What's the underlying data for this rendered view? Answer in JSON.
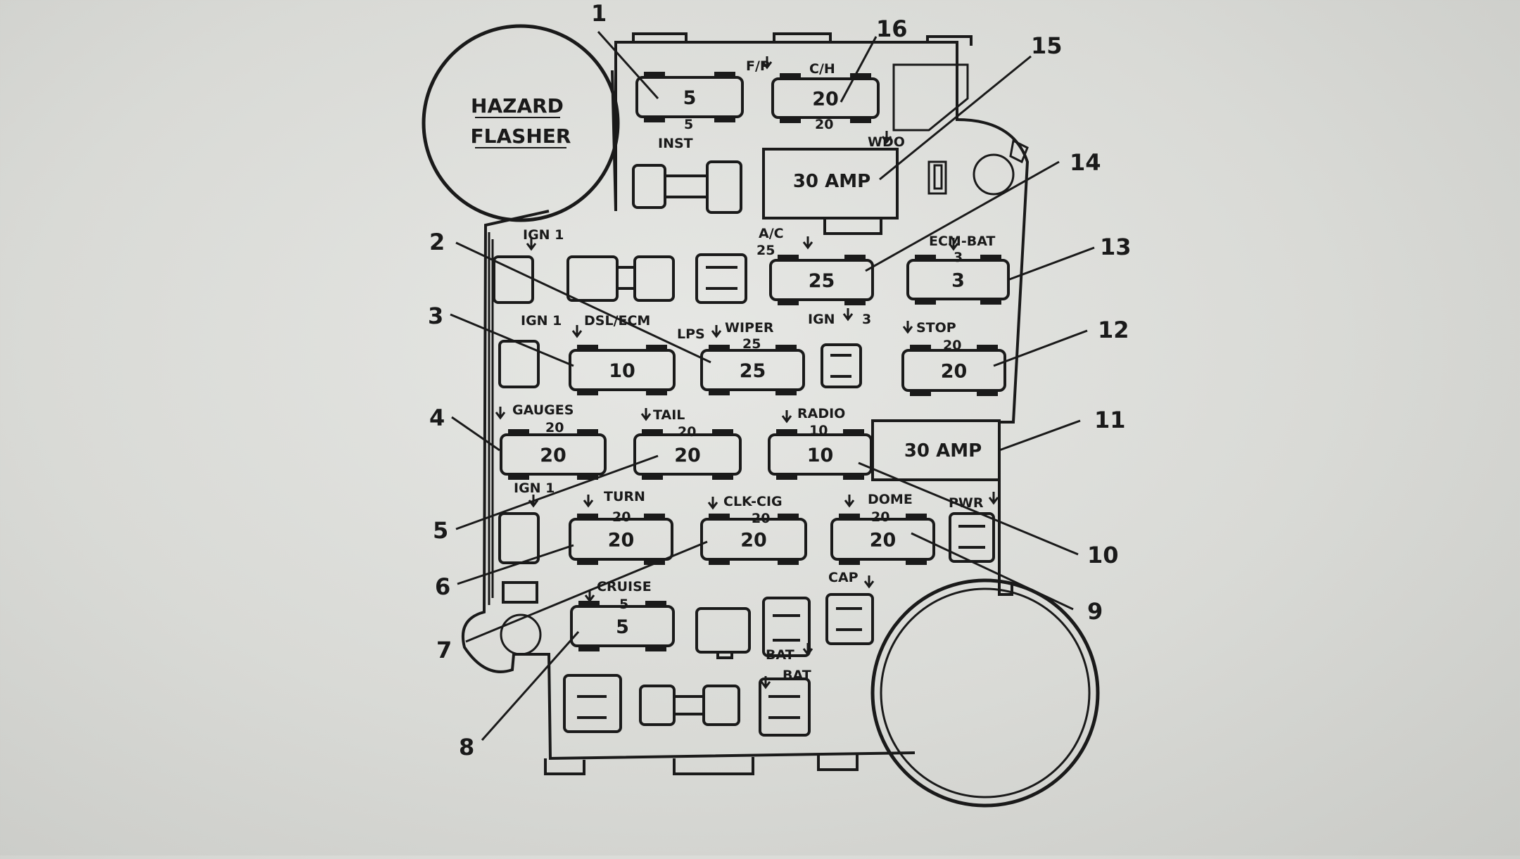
{
  "diagram": {
    "hazard_flasher": {
      "line1": "HAZARD",
      "line2": "FLASHER"
    },
    "fuses": [
      {
        "id": "inst",
        "label": "5",
        "sub": "5\nINST"
      },
      {
        "id": "ch",
        "label": "20",
        "sub": "20"
      },
      {
        "id": "ac",
        "label": "25"
      },
      {
        "id": "ecmbat",
        "label": "3"
      },
      {
        "id": "dslecm",
        "label": "10"
      },
      {
        "id": "wiper",
        "label": "25"
      },
      {
        "id": "stop",
        "label": "20"
      },
      {
        "id": "gauges",
        "label": "20"
      },
      {
        "id": "tail",
        "label": "20"
      },
      {
        "id": "radio",
        "label": "10"
      },
      {
        "id": "turn",
        "label": "20"
      },
      {
        "id": "clkcig",
        "label": "20"
      },
      {
        "id": "dome",
        "label": "20"
      },
      {
        "id": "cruise",
        "label": "5"
      }
    ],
    "breakers": {
      "wdo": "30 AMP",
      "pwr": "30 AMP"
    },
    "labels": {
      "fp": "F/P",
      "ch": "C/H",
      "inst5": "5",
      "inst": "INST",
      "ch20": "20",
      "wdo": "WDO",
      "ign1_a": "IGN 1",
      "ac": "A/C",
      "ac25": "25",
      "ecmbat": "ECM-BAT",
      "ecmbat3": "3",
      "lps": "LPS",
      "ign1_b": "IGN 1",
      "dslecm": "DSL/ECM",
      "wiper": "WIPER",
      "wiper25": "25",
      "ign3": "IGN",
      "ign3n": "3",
      "stop": "STOP",
      "stop20": "20",
      "gauges": "GAUGES",
      "gauges20": "20",
      "tail": "TAIL",
      "tail20": "20",
      "radio": "RADIO",
      "radio10": "10",
      "ign1_c": "IGN 1",
      "turn": "TURN",
      "turn20": "20",
      "clkcig": "CLK-CIG",
      "clkcig20": "20",
      "dome": "DOME",
      "dome20": "20",
      "pwr": "PWR",
      "cruise": "CRUISE",
      "cruise5": "5",
      "cap": "CAP",
      "bat1": "BAT",
      "bat2": "BAT"
    },
    "callouts": [
      "1",
      "2",
      "3",
      "4",
      "5",
      "6",
      "7",
      "8",
      "9",
      "10",
      "11",
      "12",
      "13",
      "14",
      "15",
      "16"
    ]
  }
}
